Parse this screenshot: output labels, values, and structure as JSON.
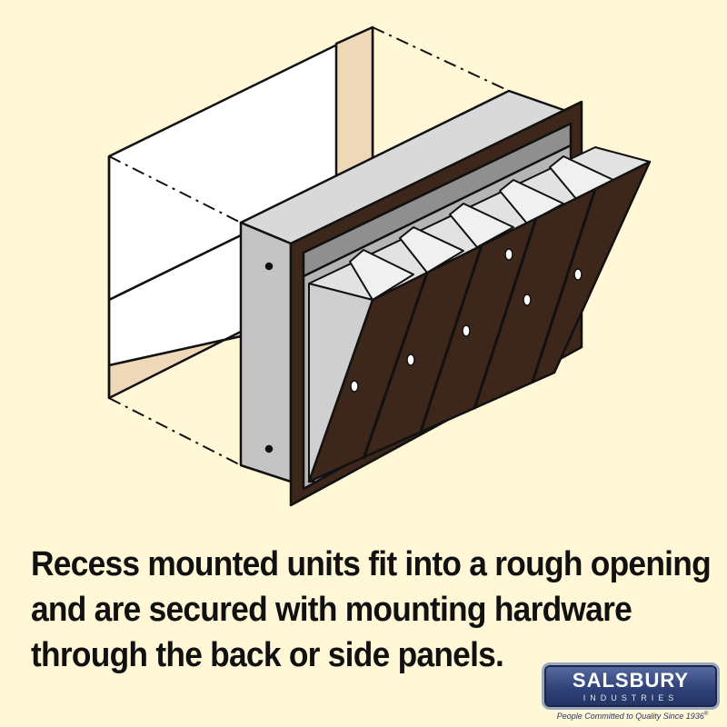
{
  "caption": {
    "lines": [
      "Recess mounted units fit into a rough opening",
      "and are secured with mounting hardware",
      "through the back or side panels."
    ]
  },
  "logo": {
    "brand": "SALSBURY",
    "subtitle": "INDUSTRIES",
    "tagline": "People Committed to Quality Since 1936",
    "registered_mark": "®"
  },
  "colors": {
    "background": "#fff7d6",
    "wall_opening": "#efd8b8",
    "cabinet_gray": "#c9c9c9",
    "bronze_door": "#3d261a",
    "logo_blue": "#2f4279"
  }
}
